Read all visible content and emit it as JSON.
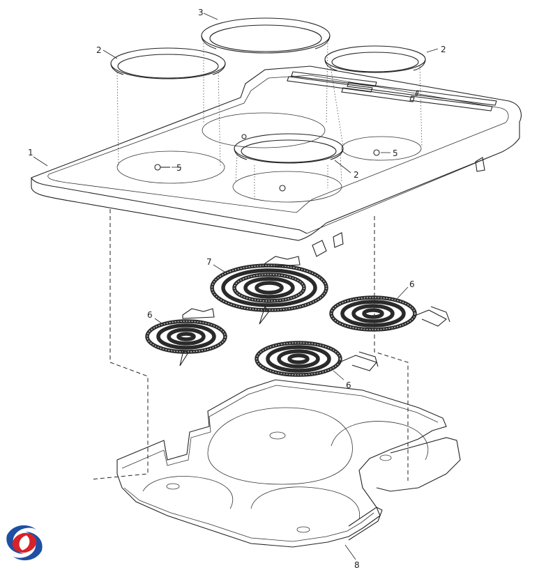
{
  "diagram": {
    "callouts": {
      "c1": "1",
      "c2a": "2",
      "c2b": "2",
      "c2c": "2",
      "c3": "3",
      "c5a": "5",
      "c5b": "5",
      "c6a": "6",
      "c6b": "6",
      "c6c": "6",
      "c7": "7",
      "c8": "8"
    },
    "colors": {
      "line": "#222222",
      "logo_red": "#d6232a",
      "logo_blue": "#1f4fa3"
    },
    "logo_icon": "brand-swirl-icon"
  }
}
